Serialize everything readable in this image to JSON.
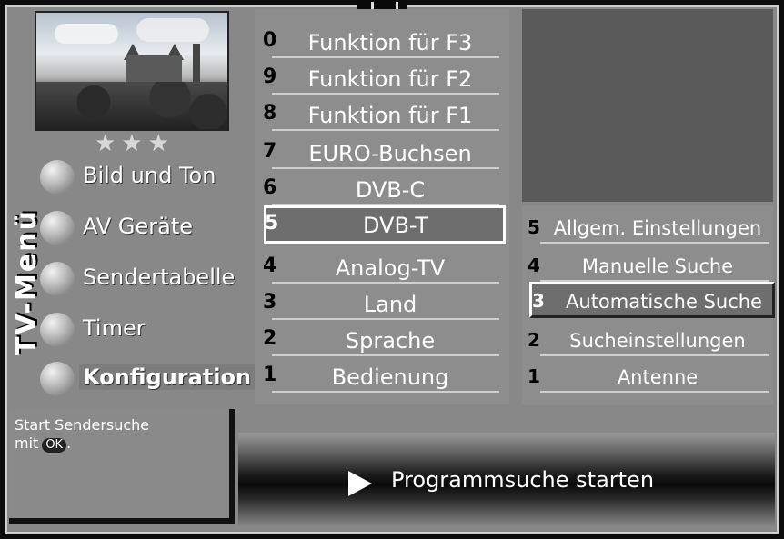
{
  "side_title": "TV-Menü",
  "rating_stars": "★★★",
  "left_menu": [
    {
      "label": "Bild und Ton",
      "active": false
    },
    {
      "label": "AV Geräte",
      "active": false
    },
    {
      "label": "Sendertabelle",
      "active": false
    },
    {
      "label": "Timer",
      "active": false
    },
    {
      "label": "Konfiguration",
      "active": true
    }
  ],
  "center_menu": [
    {
      "num": "0",
      "label": "Funktion für F3"
    },
    {
      "num": "9",
      "label": "Funktion für F2"
    },
    {
      "num": "8",
      "label": "Funktion für F1"
    },
    {
      "num": "7",
      "label": "EURO-Buchsen"
    },
    {
      "num": "6",
      "label": "DVB-C"
    },
    {
      "num": "5",
      "label": "DVB-T",
      "selected": true
    },
    {
      "num": "4",
      "label": "Analog-TV"
    },
    {
      "num": "3",
      "label": "Land"
    },
    {
      "num": "2",
      "label": "Sprache"
    },
    {
      "num": "1",
      "label": "Bedienung"
    }
  ],
  "right_menu": [
    {
      "num": "5",
      "label": "Allgem. Einstellungen"
    },
    {
      "num": "4",
      "label": "Manuelle Suche"
    },
    {
      "num": "3",
      "label": "Automatische Suche",
      "selected": true
    },
    {
      "num": "2",
      "label": "Sucheinstellungen"
    },
    {
      "num": "1",
      "label": "Antenne"
    }
  ],
  "help": {
    "line1": "Start Sendersuche",
    "line2_prefix": "mit",
    "line2_badge": "OK",
    "line2_suffix": "."
  },
  "action": {
    "label": "Programmsuche starten",
    "icon": "play-icon"
  }
}
